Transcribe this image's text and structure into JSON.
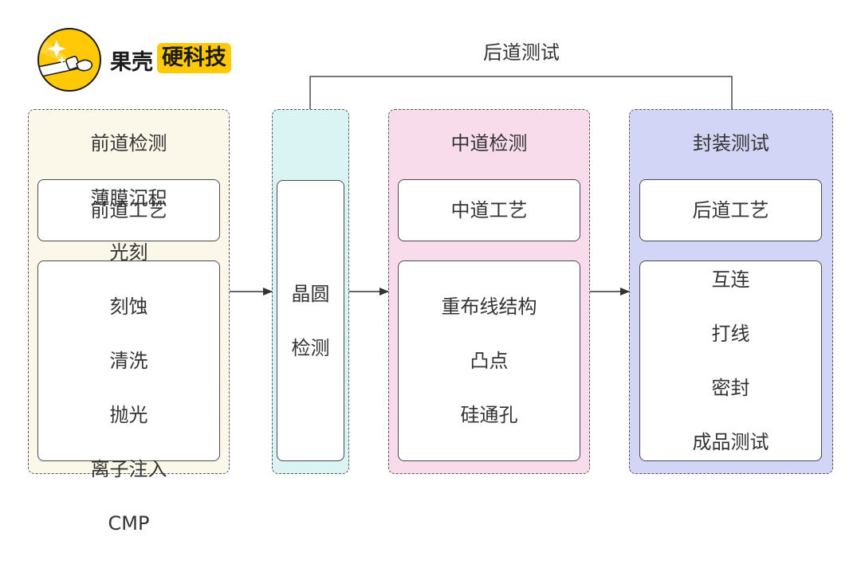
{
  "logo": {
    "brand": "果壳",
    "badge": "硬科技",
    "icon": "flashlight-hand-icon",
    "colors": {
      "yellow": "#FFC907",
      "outline": "#1c1c1c"
    }
  },
  "connector": {
    "label": "后道测试"
  },
  "groups": [
    {
      "id": "front",
      "title": "前道检测",
      "fill": "#FBF7E9",
      "header_box": "前道工艺",
      "steps": [
        "薄膜沉积",
        "光刻",
        "刻蚀",
        "清洗",
        "抛光",
        "离子注入",
        "CMP"
      ]
    },
    {
      "id": "wafer",
      "title": "",
      "fill": "#DAF3F3",
      "steps": [
        "晶圆",
        "检测"
      ]
    },
    {
      "id": "middle",
      "title": "中道检测",
      "fill": "#F9DCEC",
      "header_box": "中道工艺",
      "steps": [
        "重布线结构",
        "凸点",
        "硅通孔"
      ]
    },
    {
      "id": "package",
      "title": "封装测试",
      "fill": "#D2D5F5",
      "header_box": "后道工艺",
      "steps": [
        "互连",
        "打线",
        "密封",
        "成品测试"
      ]
    }
  ],
  "colors": {
    "stroke": "#4a4a4a",
    "text": "#333333"
  }
}
